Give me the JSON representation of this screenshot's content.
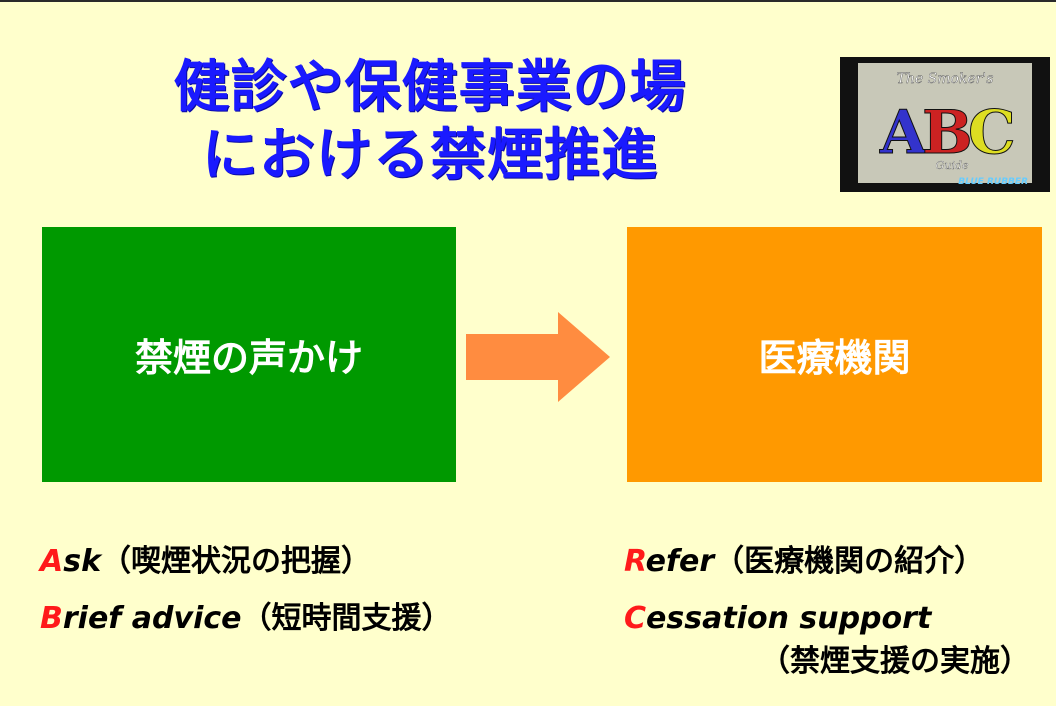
{
  "title": {
    "line1": "健診や保健事業の場",
    "line2": "における禁煙推進"
  },
  "logo": {
    "text_top": "The Smoker's",
    "letters": "ABC",
    "text_mid": "Guide",
    "text_bottom": "BLUE RUBBER"
  },
  "diagram": {
    "left_box": "禁煙の声かけ",
    "right_box": "医療機関",
    "arrow": "right-arrow"
  },
  "left_list": [
    {
      "initial": "A",
      "rest": "sk",
      "jp": "（喫煙状況の把握）"
    },
    {
      "initial": "B",
      "rest": "rief advice",
      "jp": "（短時間支援）"
    }
  ],
  "right_list": [
    {
      "initial": "R",
      "rest": "efer",
      "jp": "（医療機関の紹介）"
    },
    {
      "initial": "C",
      "rest": "essation support",
      "jp": "（禁煙支援の実施）"
    }
  ],
  "colors": {
    "background": "#ffffcc",
    "title": "#1a1aff",
    "green_box": "#009900",
    "orange_box": "#ff9900",
    "arrow": "#ff8c40",
    "initial_letter": "#ff1a1a"
  }
}
